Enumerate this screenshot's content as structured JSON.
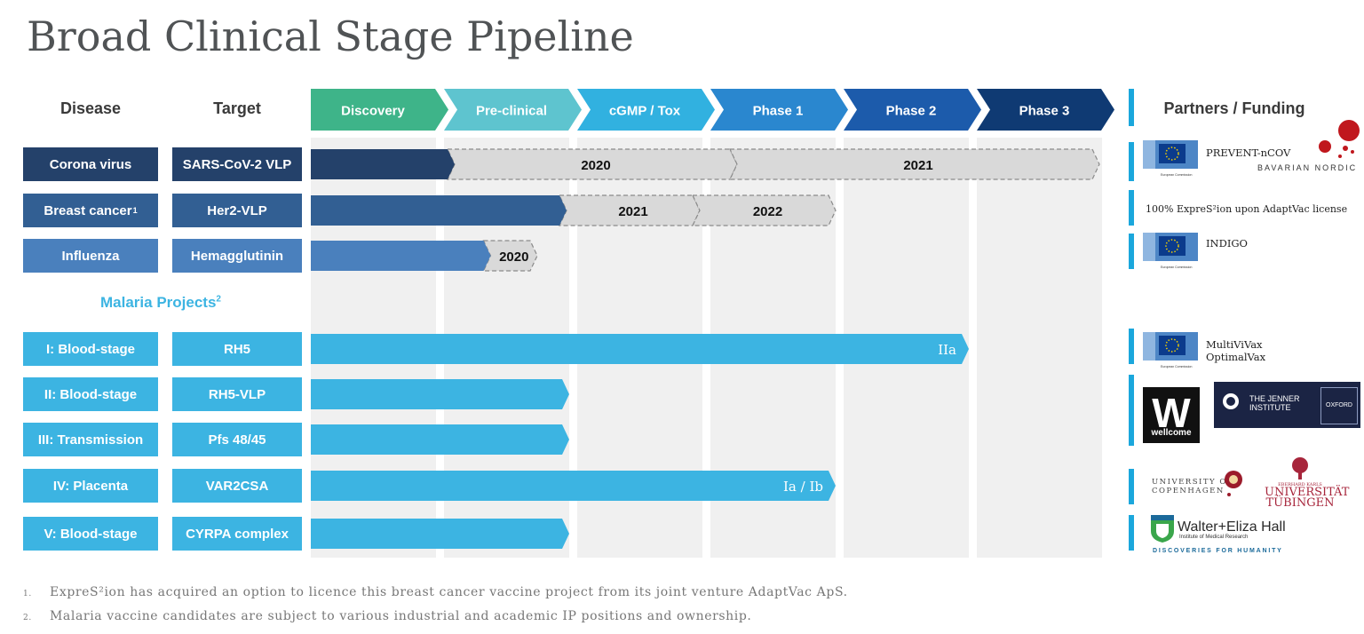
{
  "title": "Broad Clinical Stage Pipeline",
  "headers": {
    "disease": "Disease",
    "target": "Target",
    "partners": "Partners / Funding"
  },
  "colors": {
    "discovery": "#3eb489",
    "preclinical": "#5ec4cf",
    "cgmp": "#31b1e0",
    "phase1": "#2a87cf",
    "phase2": "#1c5bab",
    "phase3": "#0f3a73",
    "corona": "#24416a",
    "breast": "#325f93",
    "influenza": "#4a80bd",
    "malaria": "#3cb4e2",
    "planned": "#d9d9d9",
    "partner_bar": "#1ba7dc"
  },
  "chart_data": {
    "type": "bar",
    "stages": [
      "Discovery",
      "Pre-clinical",
      "cGMP / Tox",
      "Phase 1",
      "Phase 2",
      "Phase 3"
    ],
    "malaria_header": "Malaria Projects",
    "malaria_header_sup": "2",
    "rows": [
      {
        "disease": "Corona virus",
        "sup": "",
        "target": "SARS-CoV-2 VLP",
        "color_key": "corona",
        "progress": 1.08,
        "label": "",
        "planned": [
          {
            "end": 3.2,
            "label": "2020"
          },
          {
            "end": 5.92,
            "label": "2021"
          }
        ]
      },
      {
        "disease": "Breast cancer",
        "sup": "1",
        "target": "Her2-VLP",
        "color_key": "breast",
        "progress": 1.92,
        "label": "",
        "planned": [
          {
            "end": 2.92,
            "label": "2021"
          },
          {
            "end": 3.94,
            "label": "2022"
          }
        ]
      },
      {
        "disease": "Influenza",
        "sup": "",
        "target": "Hemagglutinin",
        "color_key": "influenza",
        "progress": 1.35,
        "label": "",
        "planned": [
          {
            "end": 1.7,
            "label": "2020"
          }
        ]
      },
      {
        "disease": "I: Blood-stage",
        "sup": "",
        "target": "RH5",
        "color_key": "malaria",
        "progress": 4.94,
        "label": "IIa",
        "planned": []
      },
      {
        "disease": "II: Blood-stage",
        "sup": "",
        "target": "RH5-VLP",
        "color_key": "malaria",
        "progress": 1.94,
        "label": "",
        "planned": []
      },
      {
        "disease": "III: Transmission",
        "sup": "",
        "target": "Pfs 48/45",
        "color_key": "malaria",
        "progress": 1.94,
        "label": "",
        "planned": []
      },
      {
        "disease": "IV: Placenta",
        "sup": "",
        "target": "VAR2CSA",
        "color_key": "malaria",
        "progress": 3.94,
        "label": "Ia / Ib",
        "planned": []
      },
      {
        "disease": "V: Blood-stage",
        "sup": "",
        "target": "CYRPA complex",
        "color_key": "malaria",
        "progress": 1.94,
        "label": "",
        "planned": []
      }
    ]
  },
  "partners": {
    "prevent": "PREVENT-nCOV",
    "bavarian": "BAVARIAN NORDIC",
    "expres": "100% ExpreS²ion upon AdaptVac license",
    "indigo": "INDIGO",
    "multivivax": "MultiViVax",
    "optimalvax": "OptimalVax",
    "eu_caption": "European Commission",
    "wellcome_mark": "W",
    "wellcome": "wellcome",
    "jenner_1": "THE JENNER",
    "jenner_2": "INSTITUTE",
    "oxford": "OXFORD",
    "ucph_1": "UNIVERSITY OF",
    "ucph_2": "COPENHAGEN",
    "tub_small": "EBERHARD KARLS",
    "tub_1": "UNIVERSITÄT",
    "tub_2": "TÜBINGEN",
    "weh": "Walter+Eliza Hall",
    "weh_sub": "Institute of Medical Research",
    "weh_tag": "DISCOVERIES FOR HUMANITY"
  },
  "footnotes": [
    {
      "num": "1.",
      "text": "ExpreS²ion has acquired an option to licence this breast cancer vaccine project from its joint venture AdaptVac ApS."
    },
    {
      "num": "2.",
      "text": "Malaria vaccine candidates are subject to various industrial and academic IP positions and ownership."
    }
  ]
}
